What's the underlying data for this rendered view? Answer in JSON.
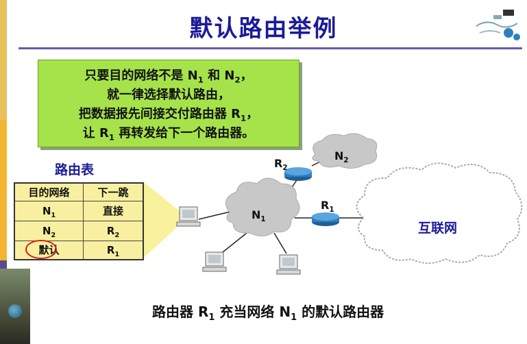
{
  "title": "默认路由举例",
  "note": {
    "lines": [
      {
        "pre": "只要目的网络不是 N",
        "sub1": "1",
        "mid": " 和 N",
        "sub2": "2",
        "post": "，"
      },
      {
        "text": "就一律选择默认路由，"
      },
      {
        "pre": "把数据报先间接交付路由器 R",
        "sub1": "1",
        "post": "，"
      },
      {
        "pre": "让 R",
        "sub1": "1",
        "post": " 再转发给下一个路由器。"
      }
    ]
  },
  "route_table": {
    "title": "路由表",
    "headers": [
      "目的网络",
      "下一跳"
    ],
    "rows": [
      {
        "dest": "N",
        "dest_sub": "1",
        "hop": "直接",
        "hop_sub": ""
      },
      {
        "dest": "N",
        "dest_sub": "2",
        "hop": "R",
        "hop_sub": "2"
      },
      {
        "dest": "默认",
        "dest_sub": "",
        "hop": "R",
        "hop_sub": "1"
      }
    ]
  },
  "network": {
    "n1": {
      "name": "N",
      "sub": "1"
    },
    "n2": {
      "name": "N",
      "sub": "2"
    },
    "r1": {
      "name": "R",
      "sub": "1"
    },
    "r2": {
      "name": "R",
      "sub": "2"
    },
    "internet": "互联网"
  },
  "caption": {
    "pre": "路由器 R",
    "sub1": "1",
    "mid": " 充当网络 N",
    "sub2": "1",
    "post": " 的默认路由器"
  },
  "colors": {
    "title": "#1a1a99",
    "note_bg": "#a6e24a",
    "table_bg": "#f8f0a0",
    "router": "#2f7fc0",
    "cloud": "#c8c8c8"
  }
}
